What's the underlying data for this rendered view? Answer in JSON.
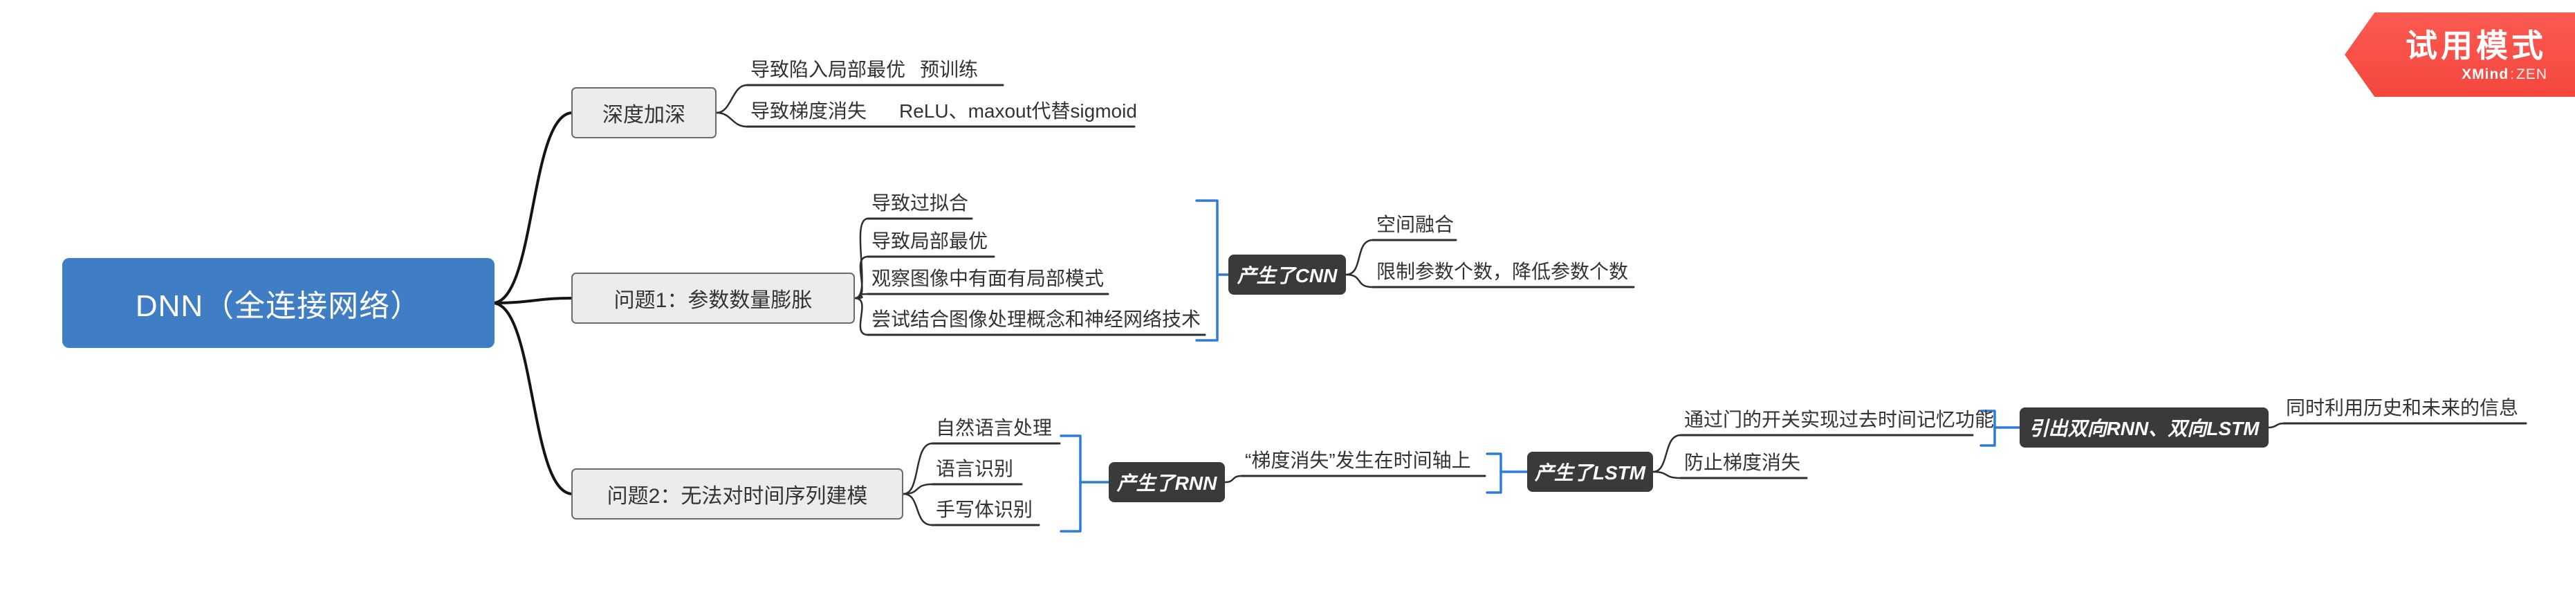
{
  "app": {
    "trial_badge": "试用模式",
    "brand_primary": "XMind",
    "brand_separator": ":",
    "brand_secondary": "ZEN"
  },
  "mindmap": {
    "root": "DNN（全连接网络）",
    "branch1": {
      "label": "深度加深",
      "row1": {
        "cause": "导致陷入局部最优",
        "solution": "预训练"
      },
      "row2": {
        "cause": "导致梯度消失",
        "solution": "ReLU、maxout代替sigmoid"
      }
    },
    "branch2": {
      "label": "问题1：参数数量膨胀",
      "causes": [
        "导致过拟合",
        "导致局部最优",
        "观察图像中有面有局部模式",
        "尝试结合图像处理概念和神经网络技术"
      ],
      "result": "产生了CNN",
      "effects": [
        "空间融合",
        "限制参数个数，降低参数个数"
      ]
    },
    "branch3": {
      "label": "问题2：无法对时间序列建模",
      "domains": [
        "自然语言处理",
        "语言识别",
        "手写体识别"
      ],
      "result_rnn": "产生了RNN",
      "rnn_issue": "“梯度消失”发生在时间轴上",
      "result_lstm": "产生了LSTM",
      "lstm_features": [
        "通过门的开关实现过去时间记忆功能",
        "防止梯度消失"
      ],
      "result_bidirectional": "引出双向RNN、双向LSTM",
      "bidirectional_benefit": "同时利用历史和未来的信息"
    }
  },
  "colors": {
    "root_bg": "#3F7EC5",
    "topic_bg": "#ECECEC",
    "topic_border": "#6B6B6B",
    "badge_bg": "#3A3A3A",
    "bracket_blue": "#2E7CD6",
    "wire_dark": "#2E2E2E",
    "trial_red": "#FA5148",
    "text_dark": "#333333",
    "text_light": "#FFFFFF"
  }
}
